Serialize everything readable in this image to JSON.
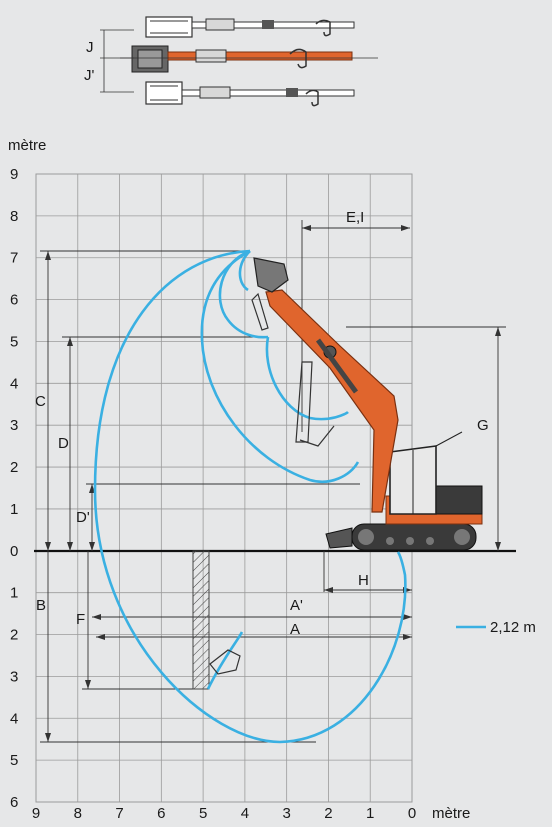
{
  "unit_label_top": "mètre",
  "unit_label_bottom": "mètre",
  "y_ticks_up": [
    "9",
    "8",
    "7",
    "6",
    "5",
    "4",
    "3",
    "2",
    "1",
    "0"
  ],
  "y_ticks_down": [
    "1",
    "2",
    "3",
    "4",
    "5",
    "6"
  ],
  "x_ticks": [
    "9",
    "8",
    "7",
    "6",
    "5",
    "4",
    "3",
    "2",
    "1",
    "0"
  ],
  "dimension_labels": {
    "C": "C",
    "D": "D",
    "D_prime": "D'",
    "B": "B",
    "F": "F",
    "E_I": "E,I",
    "G": "G",
    "H": "H",
    "A": "A",
    "A_prime": "A'",
    "J": "J",
    "J_prime": "J'"
  },
  "legend": {
    "label": "2,12 m",
    "color": "#3ab0e2"
  },
  "colors": {
    "background": "#e6e7e8",
    "grid": "#9b9b9b",
    "reach_curve": "#3ab0e2",
    "boom": "#e0652d",
    "machine_dark": "#333333"
  }
}
